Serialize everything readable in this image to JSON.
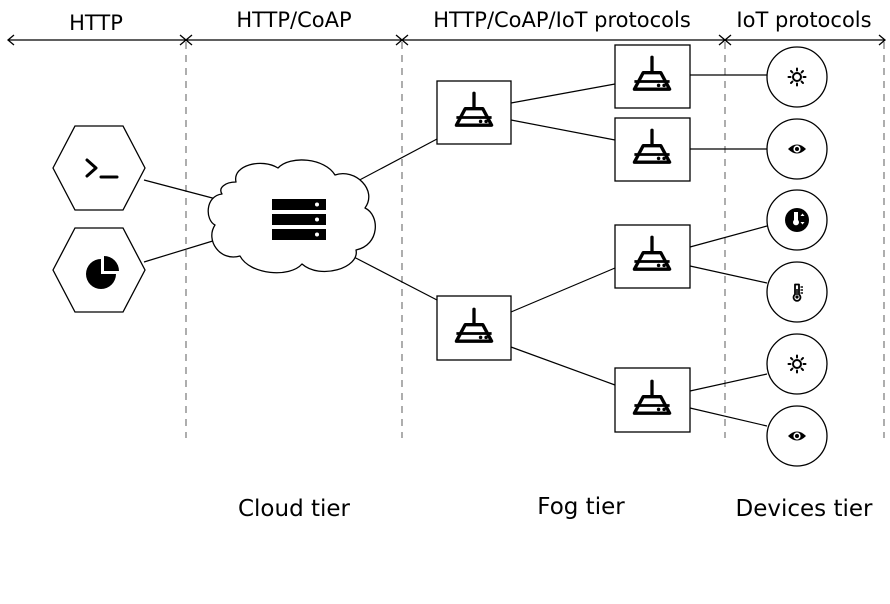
{
  "protocols": {
    "http": "HTTP",
    "http_coap": "HTTP/CoAP",
    "http_coap_iot": "HTTP/CoAP/IoT protocols",
    "iot": "IoT protocols"
  },
  "tiers": {
    "cloud": "Cloud tier",
    "fog": "Fog tier",
    "devices": "Devices tier"
  },
  "nodes": {
    "clients": [
      "terminal-icon",
      "pie-chart-icon"
    ],
    "cloud": "server-stack-icon",
    "fog_gateways": [
      "router-icon",
      "router-icon"
    ],
    "edge_routers": [
      "router-icon",
      "router-icon",
      "router-icon",
      "router-icon"
    ],
    "devices": [
      "light-sensor-icon",
      "camera-eye-icon",
      "thermostat-icon",
      "thermometer-icon",
      "light-sensor-icon",
      "camera-eye-icon"
    ]
  }
}
